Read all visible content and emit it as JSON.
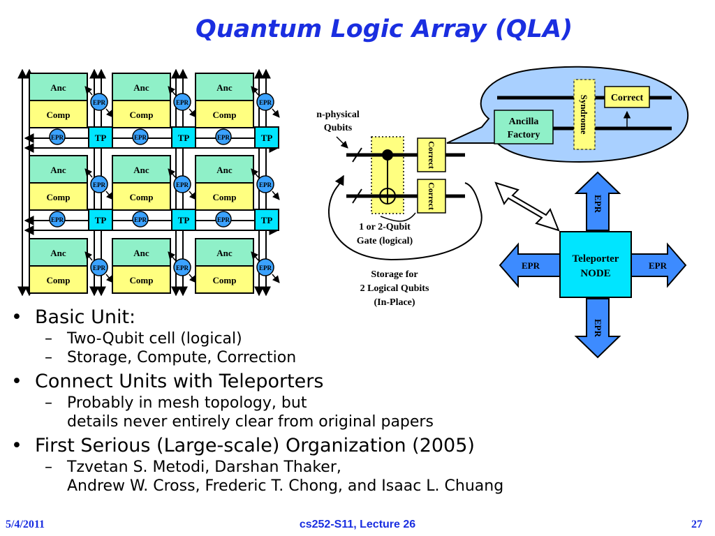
{
  "title": "Quantum Logic Array (QLA)",
  "grid": {
    "cell_top": "Anc",
    "cell_bottom": "Comp",
    "epr": "EPR",
    "tp": "TP"
  },
  "gate": {
    "n_physical_line1": "n-physical",
    "n_physical_line2": "Qubits",
    "correct": "Correct",
    "gate_label_line1": "1 or 2-Qubit",
    "gate_label_line2": "Gate (logical)",
    "storage_line1": "Storage for",
    "storage_line2": "2 Logical Qubits",
    "storage_line3": "(In-Place)"
  },
  "bubble": {
    "ancilla_line1": "Ancilla",
    "ancilla_line2": "Factory",
    "syndrome": "Syndrome",
    "correct": "Correct"
  },
  "teleporter": {
    "line1": "Teleporter",
    "line2": "NODE",
    "epr": "EPR"
  },
  "bullets": {
    "b1": "Basic Unit:",
    "b1_s1": "Two-Qubit cell (logical)",
    "b1_s2": "Storage, Compute, Correction",
    "b2": "Connect Units with Teleporters",
    "b2_s1_line1": "Probably in mesh topology, but",
    "b2_s1_line2": "details never entirely clear from original papers",
    "b3": "First Serious (Large-scale) Organization (2005)",
    "b3_s1_line1": "Tzvetan S. Metodi, Darshan Thaker,",
    "b3_s1_line2": "Andrew W. Cross, Frederic T. Chong, and Isaac L. Chuang",
    "dash": "–"
  },
  "footer": {
    "date": "5/4/2011",
    "course": "cs252-S11, Lecture 26",
    "page": "27"
  },
  "colors": {
    "title": "#1a2ee0",
    "anc": "#8ff0c8",
    "comp": "#ffff80",
    "epr_circle": "#3ba2ff",
    "tp": "#00e5ff",
    "bubble": "#a9d0ff",
    "arrow_fill": "#3d8bff"
  }
}
